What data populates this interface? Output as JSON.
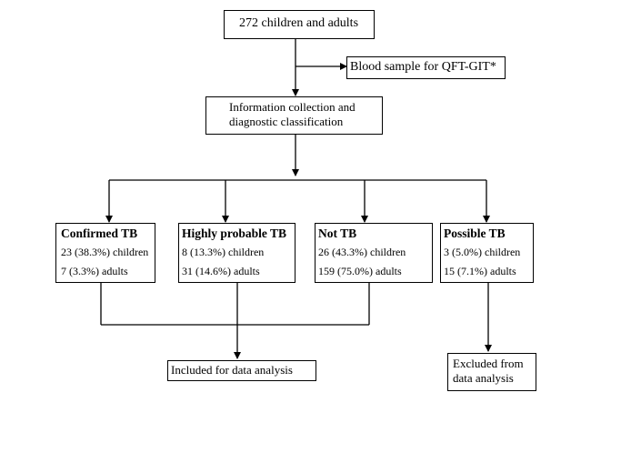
{
  "start": {
    "label": "272 children and adults"
  },
  "blood_sample": {
    "label": "Blood sample for QFT-GIT*"
  },
  "information": {
    "line1": "Information collection and",
    "line2": "diagnostic classification"
  },
  "categories": [
    {
      "title": "Confirmed TB",
      "children": "23 (38.3%) children",
      "adults": "7 (3.3%) adults"
    },
    {
      "title": "Highly probable TB",
      "children": "8 (13.3%) children",
      "adults": "31 (14.6%) adults"
    },
    {
      "title": "Not TB",
      "children": "26 (43.3%) children",
      "adults": "159 (75.0%) adults"
    },
    {
      "title": "Possible TB",
      "children": "3 (5.0%) children",
      "adults": "15 (7.1%) adults"
    }
  ],
  "included": {
    "label": "Included for data analysis"
  },
  "excluded": {
    "line1": "Excluded from",
    "line2": "data analysis"
  }
}
